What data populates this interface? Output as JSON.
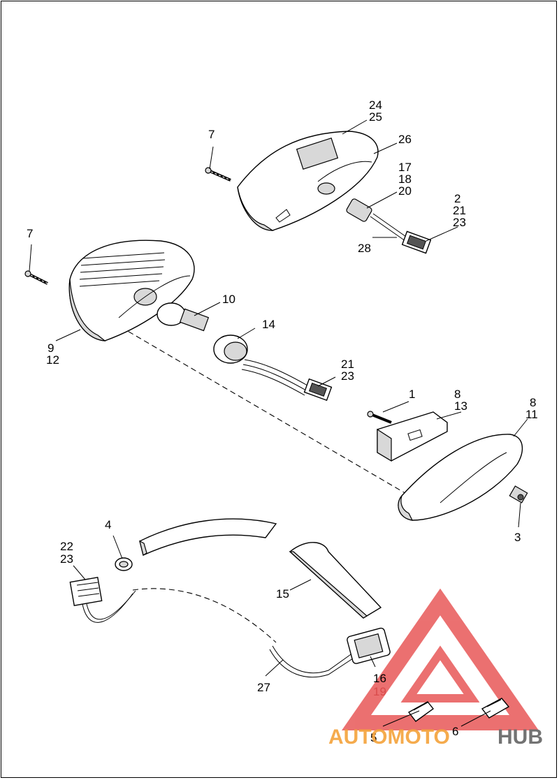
{
  "diagram": {
    "callouts": [
      {
        "id": "c24",
        "text": "24"
      },
      {
        "id": "c25",
        "text": "25"
      },
      {
        "id": "c26",
        "text": "26"
      },
      {
        "id": "c7a",
        "text": "7"
      },
      {
        "id": "c17",
        "text": "17"
      },
      {
        "id": "c18",
        "text": "18"
      },
      {
        "id": "c20",
        "text": "20"
      },
      {
        "id": "c2",
        "text": "2"
      },
      {
        "id": "c21a",
        "text": "21"
      },
      {
        "id": "c23a",
        "text": "23"
      },
      {
        "id": "c28",
        "text": "28"
      },
      {
        "id": "c7b",
        "text": "7"
      },
      {
        "id": "c10",
        "text": "10"
      },
      {
        "id": "c14",
        "text": "14"
      },
      {
        "id": "c9",
        "text": "9"
      },
      {
        "id": "c12",
        "text": "12"
      },
      {
        "id": "c21b",
        "text": "21"
      },
      {
        "id": "c23b",
        "text": "23"
      },
      {
        "id": "c1",
        "text": "1"
      },
      {
        "id": "c8a",
        "text": "8"
      },
      {
        "id": "c13",
        "text": "13"
      },
      {
        "id": "c8b",
        "text": "8"
      },
      {
        "id": "c11",
        "text": "11"
      },
      {
        "id": "c3",
        "text": "3"
      },
      {
        "id": "c4",
        "text": "4"
      },
      {
        "id": "c22",
        "text": "22"
      },
      {
        "id": "c23c",
        "text": "23"
      },
      {
        "id": "c15",
        "text": "15"
      },
      {
        "id": "c16",
        "text": "16"
      },
      {
        "id": "c19",
        "text": "19"
      },
      {
        "id": "c27",
        "text": "27"
      },
      {
        "id": "c5",
        "text": "5"
      },
      {
        "id": "c6",
        "text": "6"
      }
    ]
  },
  "watermark": {
    "part1": "AUTOMOTO",
    "part2": "HUB",
    "color_primary": "#f4a23a",
    "color_secondary": "#6b6b6b",
    "logo_color": "#e85858"
  }
}
